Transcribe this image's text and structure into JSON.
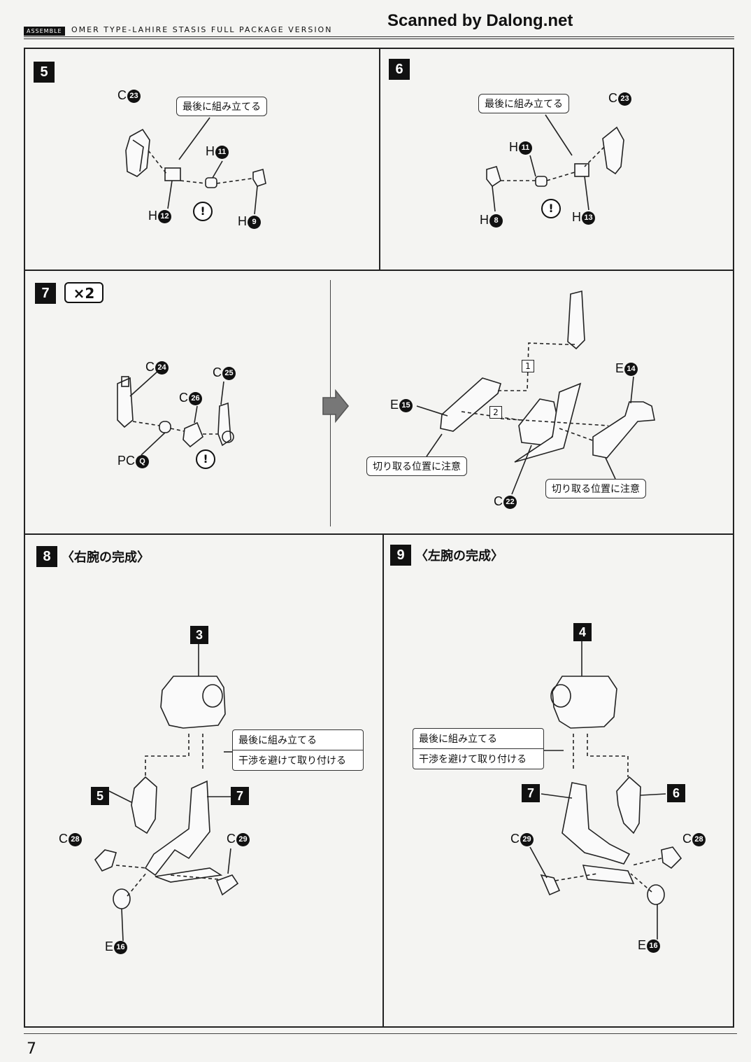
{
  "header": {
    "tag": "ASSEMBLE",
    "title": "OMER TYPE-LAHIRE STASIS FULL PACKAGE VERSION",
    "scanned": "Scanned by Dalong.net"
  },
  "page_number": "7",
  "notes": {
    "assemble_last": "最後に組み立てる",
    "avoid_interference": "干渉を避けて取り付ける",
    "cut_position": "切り取る位置に注意"
  },
  "steps": {
    "s5": {
      "number": "5",
      "parts": [
        {
          "letter": "C",
          "num": "23"
        },
        {
          "letter": "H",
          "num": "11"
        },
        {
          "letter": "H",
          "num": "12"
        },
        {
          "letter": "H",
          "num": "9"
        }
      ]
    },
    "s6": {
      "number": "6",
      "parts": [
        {
          "letter": "C",
          "num": "23"
        },
        {
          "letter": "H",
          "num": "11"
        },
        {
          "letter": "H",
          "num": "8"
        },
        {
          "letter": "H",
          "num": "13"
        }
      ]
    },
    "s7": {
      "number": "7",
      "multiplier": "×2",
      "parts": [
        {
          "letter": "C",
          "num": "24"
        },
        {
          "letter": "C",
          "num": "25"
        },
        {
          "letter": "C",
          "num": "26"
        },
        {
          "letter": "PC",
          "num": "Q"
        },
        {
          "letter": "E",
          "num": "14"
        },
        {
          "letter": "E",
          "num": "15"
        },
        {
          "letter": "C",
          "num": "22"
        }
      ],
      "order": [
        "1",
        "2"
      ]
    },
    "s8": {
      "number": "8",
      "title": "〈右腕の完成〉",
      "refs": [
        "3",
        "5",
        "7"
      ],
      "parts": [
        {
          "letter": "C",
          "num": "28"
        },
        {
          "letter": "C",
          "num": "29"
        },
        {
          "letter": "E",
          "num": "16"
        }
      ]
    },
    "s9": {
      "number": "9",
      "title": "〈左腕の完成〉",
      "refs": [
        "4",
        "7",
        "6"
      ],
      "parts": [
        {
          "letter": "C",
          "num": "29"
        },
        {
          "letter": "C",
          "num": "28"
        },
        {
          "letter": "E",
          "num": "16"
        }
      ]
    }
  },
  "warn_symbol": "!"
}
